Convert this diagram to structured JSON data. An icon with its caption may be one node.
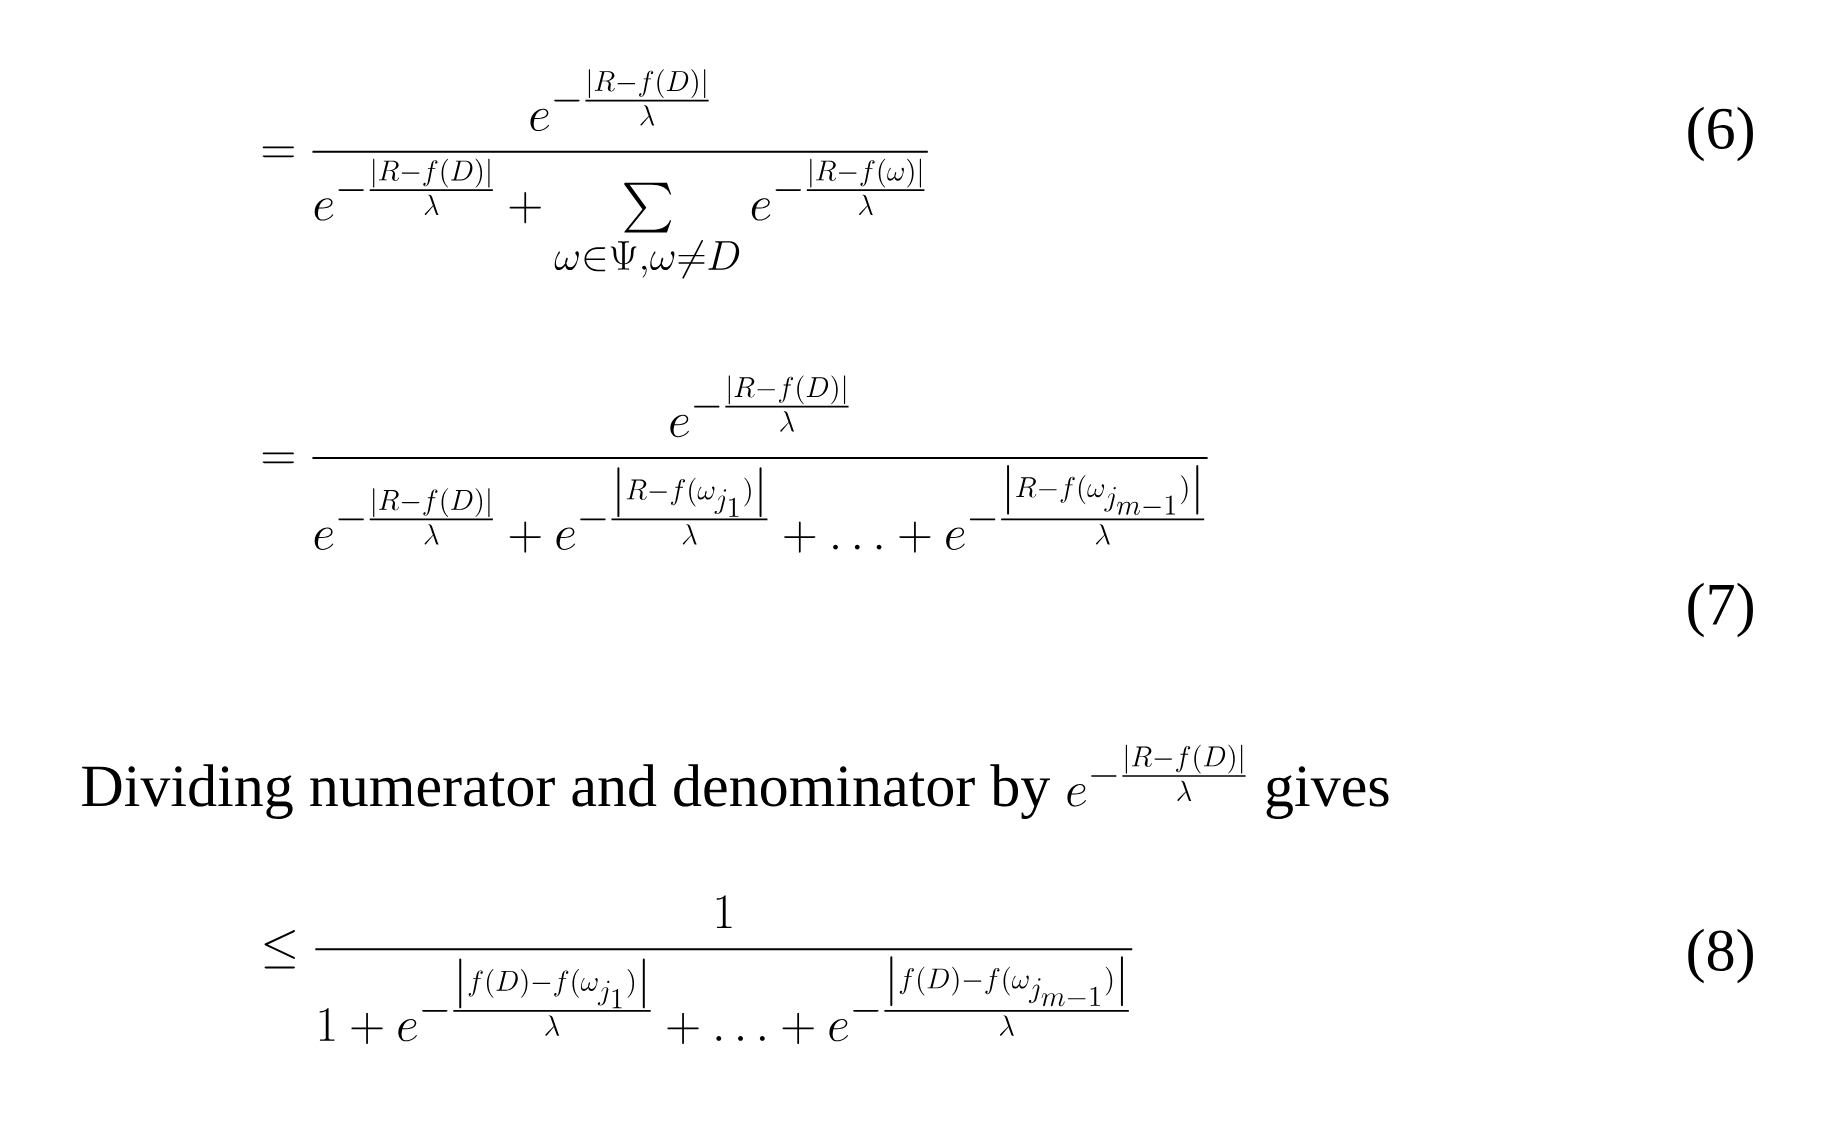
{
  "diagram": {
    "labels": [
      "= \\dfrac{e^{-\\frac{|R-f(D)|}{\\lambda}}}{e^{-\\frac{|R-f(D)|}{\\lambda}}+\\sum\\limits_{\\omega\\in\\Psi,\\omega\\neq D}e^{-\\frac{|R-f(\\omega)|}{\\lambda}}}",
      "(6)",
      "= \\dfrac{e^{-\\frac{|R-f(D)|}{\\lambda}}}{e^{-\\frac{|R-f(D)|}{\\lambda}}+e^{-\\frac{\\left|R-f(\\omega_{j_1})\\right|}{\\lambda}}+\\ldots+e^{-\\frac{\\left|R-f(\\omega_{j_{m-1}})\\right|}{\\lambda}}}",
      "(7)",
      "Dividing numerator and denominator by",
      "e^{-\\frac{|R-f(D)|}{\\lambda}}",
      "gives",
      "\\leq \\dfrac{1}{1+e^{-\\frac{\\left|f(D)-f(\\omega_{j_1})\\right|}{\\lambda}}+\\ldots+e^{-\\frac{\\left|f(D)-f(\\omega_{j_{m-1}})\\right|}{\\lambda}}}",
      "(8)"
    ]
  }
}
